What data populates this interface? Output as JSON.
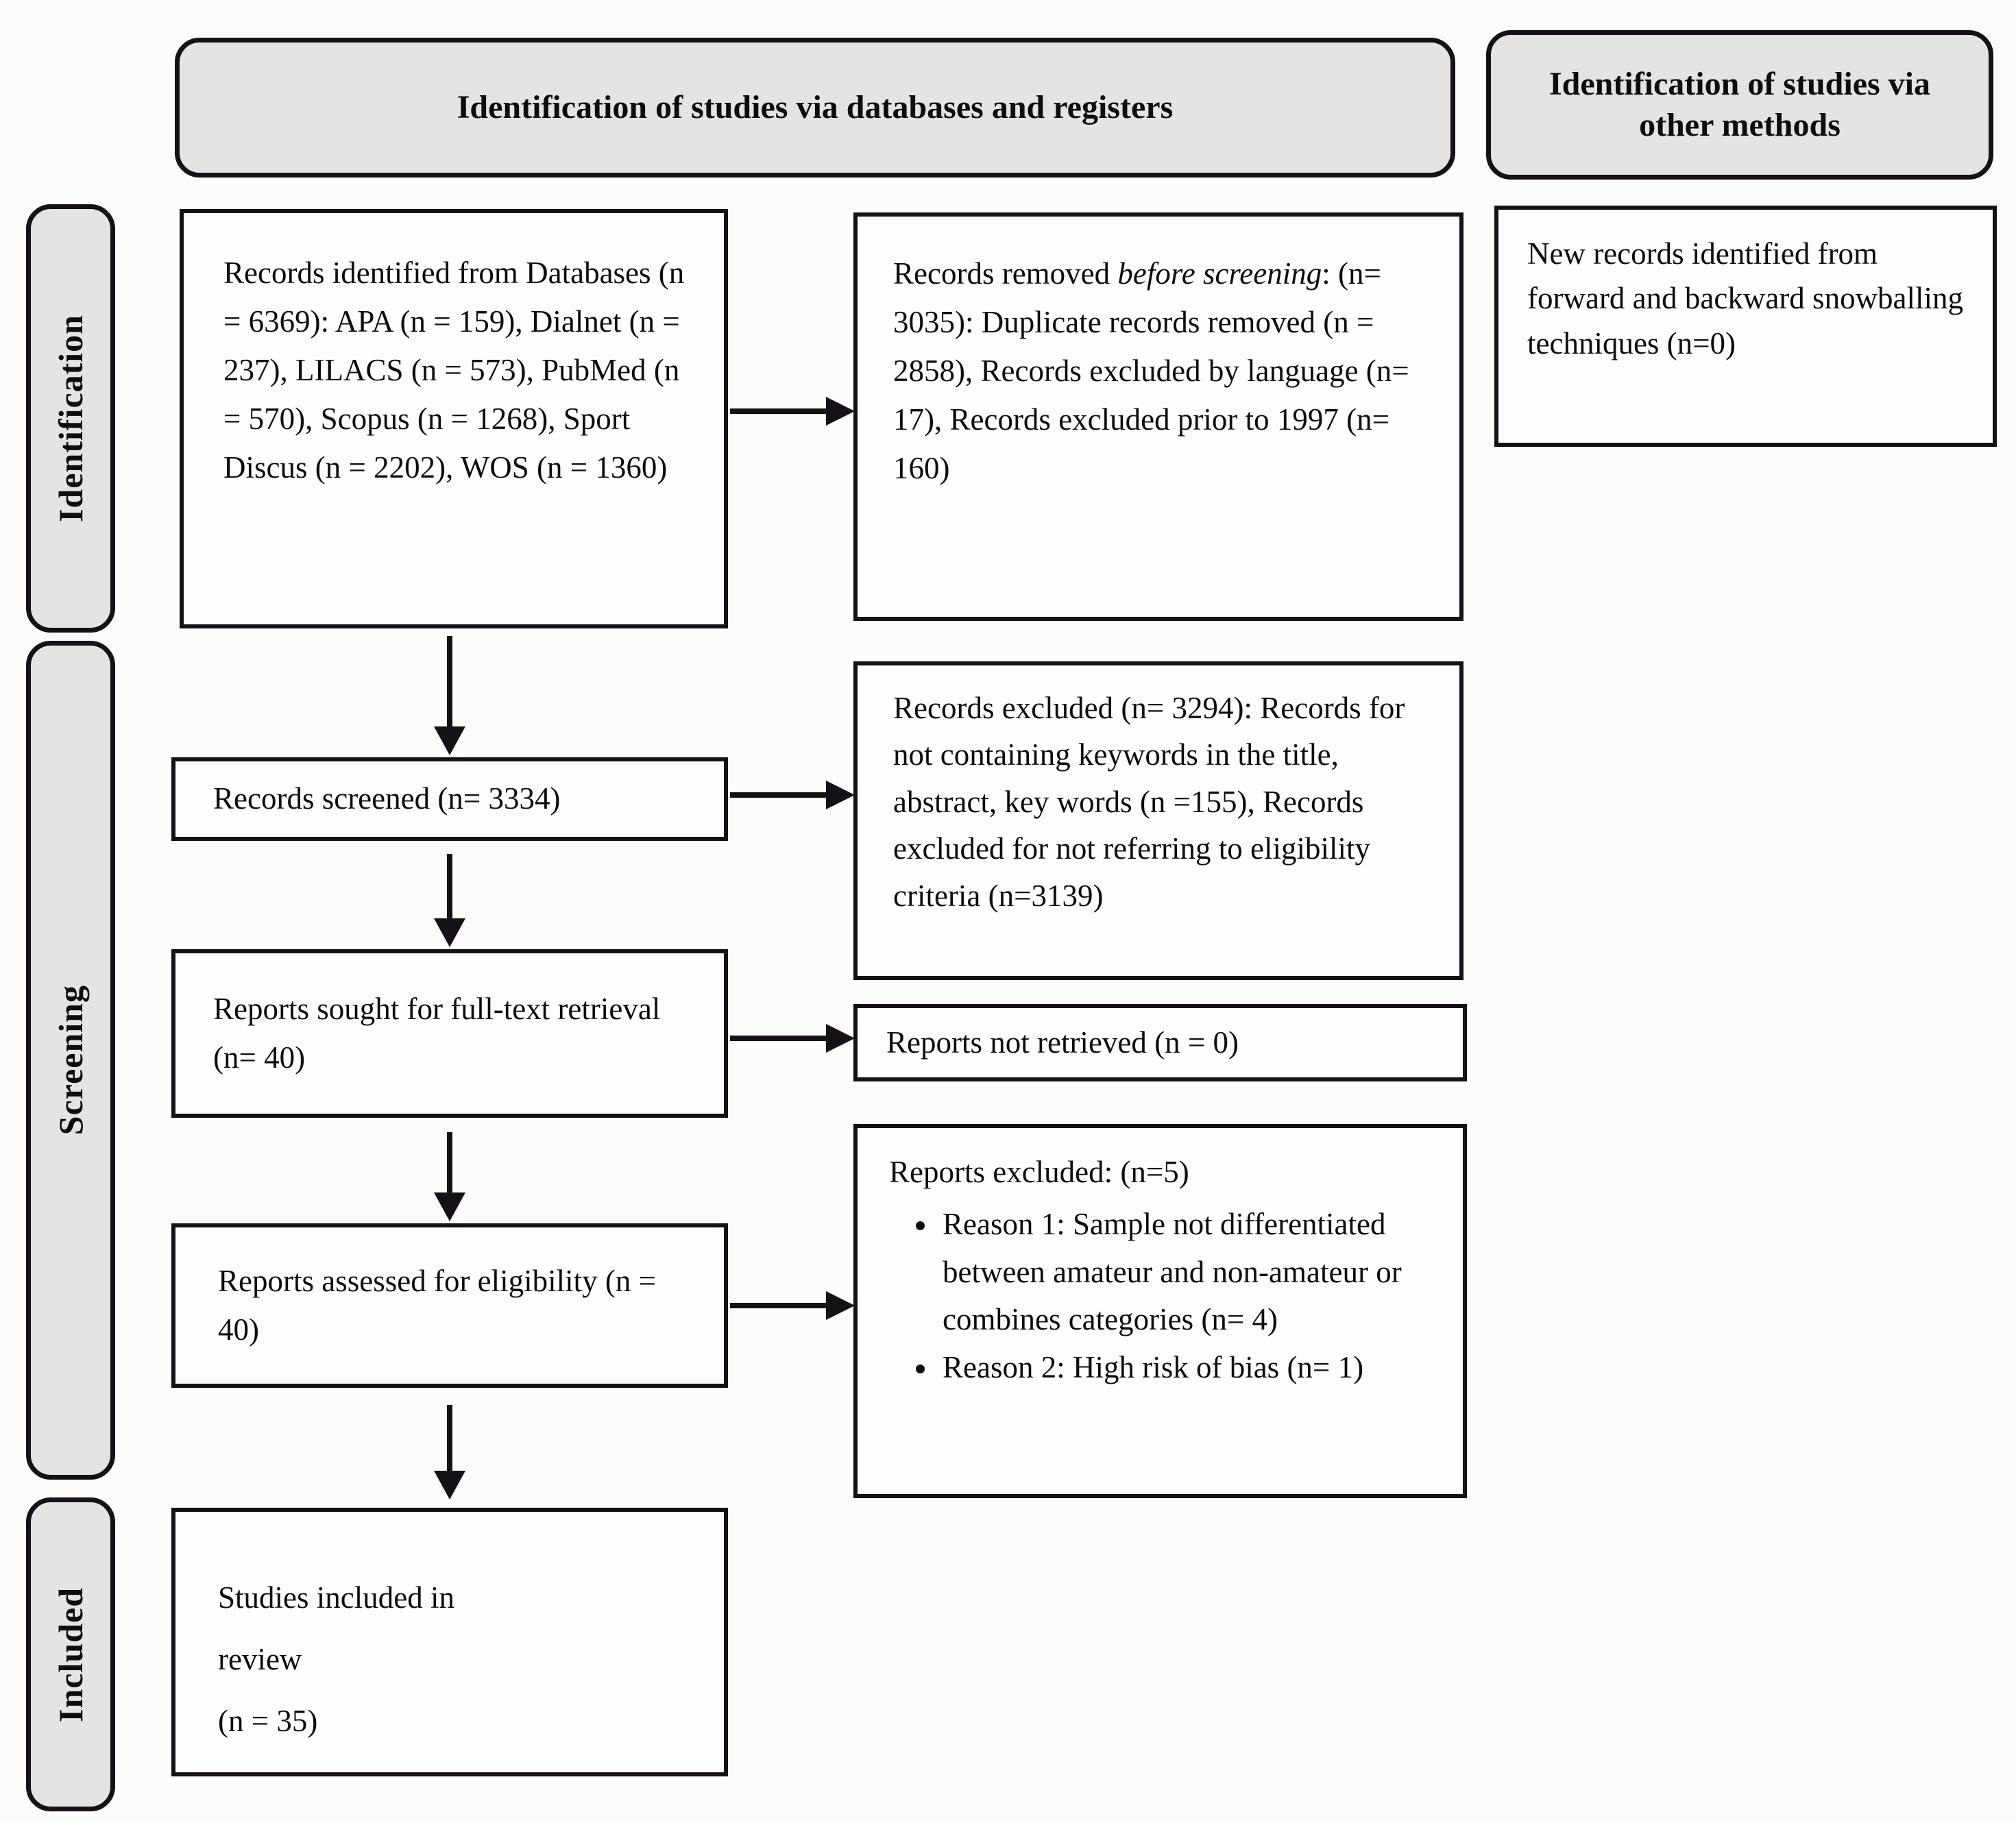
{
  "headers": {
    "databases": "Identification of studies via databases and registers",
    "other_methods": "Identification of studies via other methods"
  },
  "sidebar": {
    "identification": "Identification",
    "screening": "Screening",
    "included": "Included"
  },
  "boxes": {
    "records_identified": "Records identified from Databases (n = 6369): APA (n = 159), Dialnet (n = 237), LILACS (n = 573), PubMed (n = 570), Scopus (n = 1268), Sport Discus (n = 2202), WOS (n = 1360)",
    "records_removed": {
      "prefix": "Records removed ",
      "italic": "before screening",
      "suffix": ": (n= 3035): Duplicate records removed (n = 2858), Records excluded by language (n= 17), Records excluded prior to 1997 (n= 160)"
    },
    "new_records": "New records identified from forward and backward snowballing techniques (n=0)",
    "records_screened": "Records screened (n= 3334)",
    "records_excluded": "Records excluded (n= 3294): Records for not containing keywords in the title, abstract, key words (n =155), Records excluded for not referring to eligibility criteria (n=3139)",
    "reports_sought": "Reports sought for full-text retrieval (n= 40)",
    "reports_not_retrieved": "Reports not retrieved (n = 0)",
    "reports_assessed": "Reports assessed for eligibility (n = 40)",
    "reports_excluded": {
      "title": "Reports excluded: (n=5)",
      "bullets": [
        "Reason 1: Sample not differentiated between amateur and non-amateur or combines categories (n= 4)",
        "Reason 2: High risk of bias (n= 1)"
      ]
    },
    "studies_included": {
      "line1": "Studies included in",
      "line2": "review",
      "line3": "(n = 35)"
    }
  }
}
